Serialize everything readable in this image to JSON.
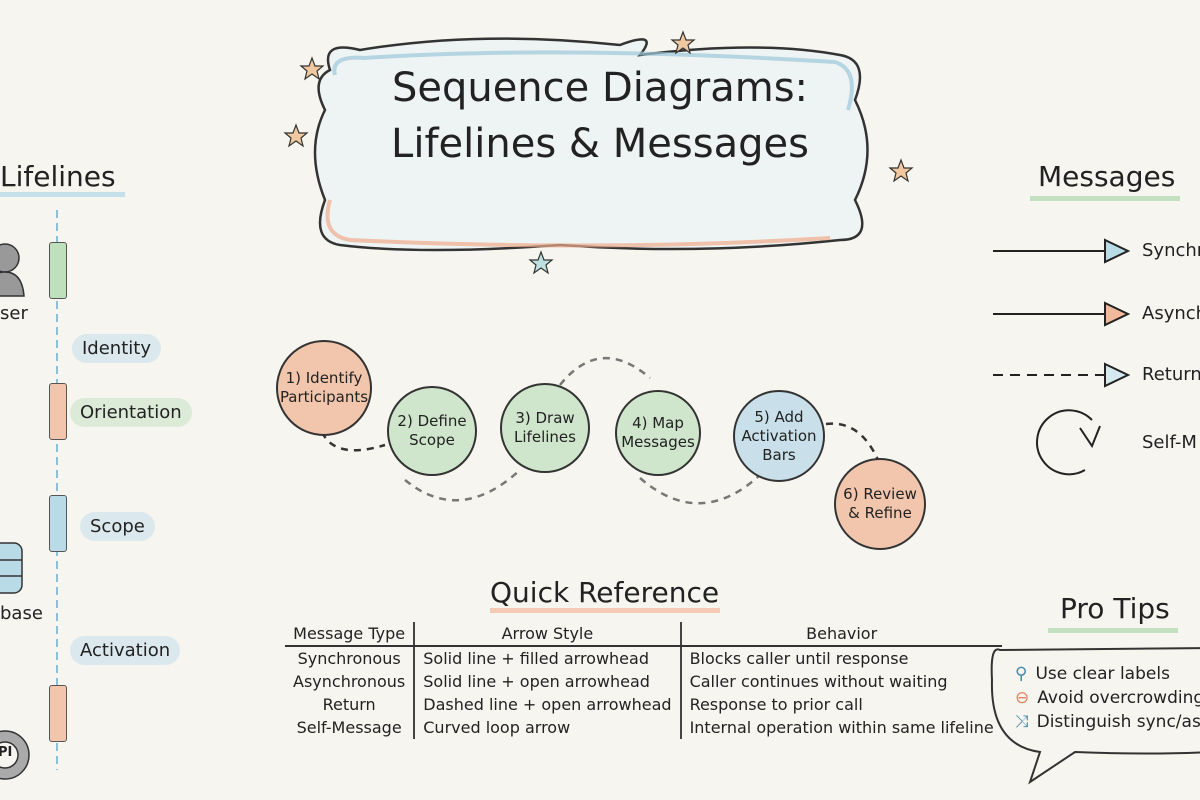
{
  "title": {
    "line1": "Sequence Diagrams:",
    "line2": "Lifelines & Messages"
  },
  "lifelines": {
    "heading": "Lifelines",
    "participants": [
      {
        "label": "ser",
        "icon": "user-icon"
      },
      {
        "label": "base",
        "icon": "database-icon"
      },
      {
        "label": "PI",
        "icon": "gear-icon"
      }
    ],
    "tags": [
      "Identity",
      "Orientation",
      "Scope",
      "Activation"
    ]
  },
  "messages": {
    "heading": "Messages",
    "items": [
      "Synchr",
      "Asynch",
      "Return",
      "Self-M"
    ]
  },
  "steps": [
    "1) Identify\nParticipants",
    "2) Define\nScope",
    "3) Draw\nLifelines",
    "4) Map\nMessages",
    "5) Add\nActivation\nBars",
    "6) Review\n& Refine"
  ],
  "quick_reference": {
    "heading": "Quick Reference",
    "columns": [
      "Message Type",
      "Arrow Style",
      "Behavior"
    ],
    "rows": [
      [
        "Synchronous",
        "Solid line + filled arrowhead",
        "Blocks caller until response"
      ],
      [
        "Asynchronous",
        "Solid line + open arrowhead",
        "Caller continues without waiting"
      ],
      [
        "Return",
        "Dashed line + open arrowhead",
        "Response to prior call"
      ],
      [
        "Self-Message",
        "Curved loop arrow",
        "Internal operation within same lifeline"
      ]
    ]
  },
  "pro_tips": {
    "heading": "Pro Tips",
    "items": [
      {
        "text": "Use clear labels",
        "icon": "magnifier-icon"
      },
      {
        "text": "Avoid overcrowding",
        "icon": "minus-circle-icon"
      },
      {
        "text": "Distinguish sync/as",
        "icon": "crossed-arrows-icon"
      }
    ]
  },
  "colors": {
    "green": "#cfe6cc",
    "orange": "#f2c6ad",
    "blue": "#c9e0ea",
    "background": "#f6f5ef"
  }
}
